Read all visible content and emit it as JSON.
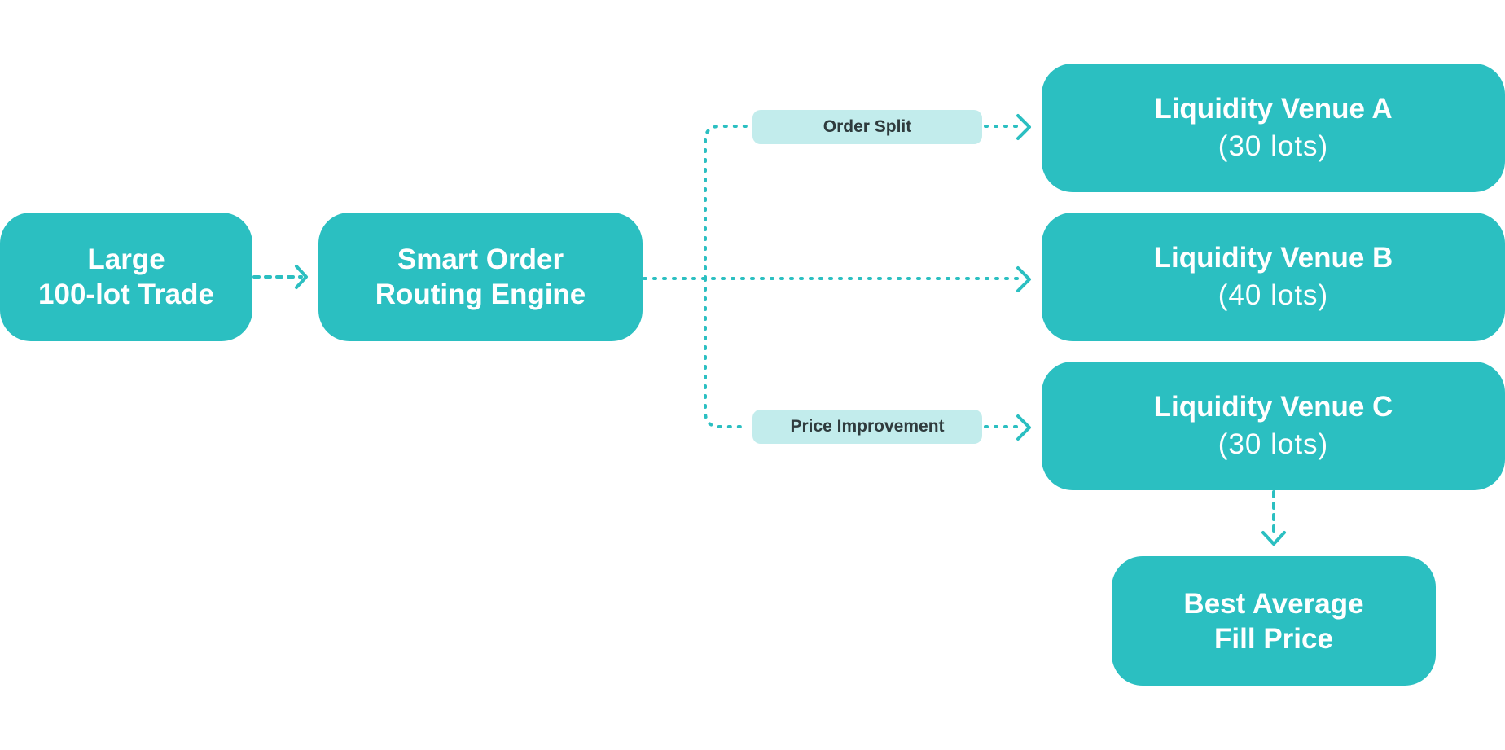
{
  "colors": {
    "node_fill": "#2bbfc1",
    "node_text": "#ffffff",
    "connector": "#2bbfc1",
    "label_fill": "#c2ecec",
    "label_text": "#2f3b3d"
  },
  "nodes": {
    "trade": {
      "line1": "Large",
      "line2": "100-lot Trade"
    },
    "engine": {
      "line1": "Smart Order",
      "line2": "Routing Engine"
    },
    "venue_a": {
      "title": "Liquidity Venue A",
      "sub": "(30 lots)"
    },
    "venue_b": {
      "title": "Liquidity Venue B",
      "sub": "(40 lots)"
    },
    "venue_c": {
      "title": "Liquidity Venue C",
      "sub": "(30 lots)"
    },
    "result": {
      "line1": "Best Average",
      "line2": "Fill Price"
    }
  },
  "edge_labels": {
    "split": "Order Split",
    "improvement": "Price Improvement"
  }
}
